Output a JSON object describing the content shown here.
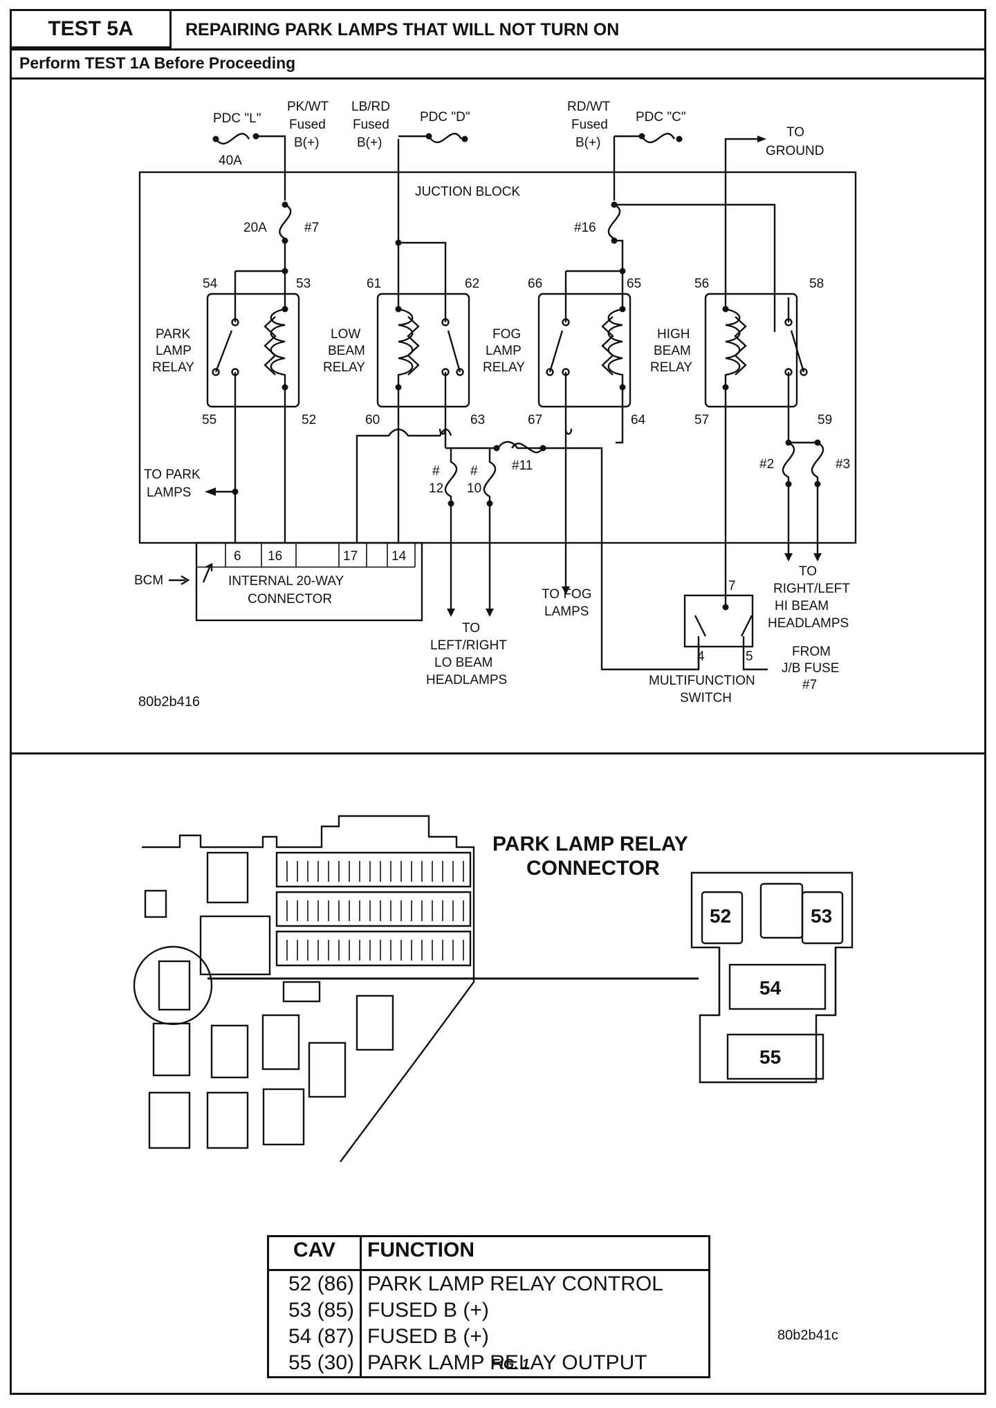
{
  "header": {
    "test_id": "TEST 5A",
    "title": "REPAIRING PARK LAMPS THAT WILL NOT TURN ON",
    "prerequisite": "Perform TEST 1A Before Proceeding"
  },
  "schematic": {
    "junction_block_label": "JUCTION BLOCK",
    "sources": {
      "pdc_l": "PDC \"L\"",
      "pdc_l_rating": "40A",
      "pk_wt": "PK/WT",
      "lb_rd": "LB/RD",
      "rd_wt": "RD/WT",
      "fused": "Fused",
      "b_plus": "B(+)",
      "pdc_d": "PDC \"D\"",
      "pdc_c": "PDC \"C\"",
      "to": "TO",
      "ground": "GROUND"
    },
    "fuses": {
      "f20a": "20A",
      "f7": "#7",
      "f16": "#16",
      "f11": "#11",
      "f12a": "#",
      "f12b": "12",
      "f10a": "#",
      "f10b": "10",
      "f2": "#2",
      "f3": "#3"
    },
    "relays": {
      "park": [
        "PARK",
        "LAMP",
        "RELAY"
      ],
      "low": [
        "LOW",
        "BEAM",
        "RELAY"
      ],
      "fog": [
        "FOG",
        "LAMP",
        "RELAY"
      ],
      "high": [
        "HIGH",
        "BEAM",
        "RELAY"
      ]
    },
    "pins": {
      "p54": "54",
      "p53": "53",
      "p55": "55",
      "p52": "52",
      "p61": "61",
      "p62": "62",
      "p60": "60",
      "p63": "63",
      "p66": "66",
      "p65": "65",
      "p67": "67",
      "p64": "64",
      "p56": "56",
      "p58": "58",
      "p57": "57",
      "p59": "59"
    },
    "to_park_lamps": [
      "TO PARK",
      "LAMPS"
    ],
    "bcm": {
      "label": "BCM",
      "pins": [
        "6",
        "16",
        "",
        "17",
        "",
        "14"
      ],
      "connector": [
        "INTERNAL 20-WAY",
        "CONNECTOR"
      ]
    },
    "destinations": {
      "lo_beam": [
        "TO",
        "LEFT/RIGHT",
        "LO BEAM",
        "HEADLAMPS"
      ],
      "fog": [
        "TO FOG",
        "LAMPS"
      ],
      "hi_beam": [
        "TO",
        "RIGHT/LEFT",
        "HI BEAM",
        "HEADLAMPS"
      ],
      "from_fuse": [
        "FROM",
        "J/B FUSE",
        "#7"
      ]
    },
    "switch": {
      "label": [
        "MULTIFUNCTION",
        "SWITCH"
      ],
      "pin7": "7",
      "pin4": "4",
      "pin5": "5"
    },
    "image_id": "80b2b416"
  },
  "connector_view": {
    "title": [
      "PARK LAMP RELAY",
      "CONNECTOR"
    ],
    "cavities": [
      "52",
      "53",
      "54",
      "55"
    ],
    "image_id": "80b2b41c"
  },
  "table": {
    "headers": [
      "CAV",
      "FUNCTION"
    ],
    "rows": [
      {
        "cav": "52 (86)",
        "function": "PARK LAMP RELAY CONTROL"
      },
      {
        "cav": "53 (85)",
        "function": "FUSED B (+)"
      },
      {
        "cav": "54 (87)",
        "function": "FUSED  B (+)"
      },
      {
        "cav": "55 (30)",
        "function": "PARK LAMP RELAY OUTPUT"
      }
    ]
  },
  "figure_caption": "FIG. 1"
}
